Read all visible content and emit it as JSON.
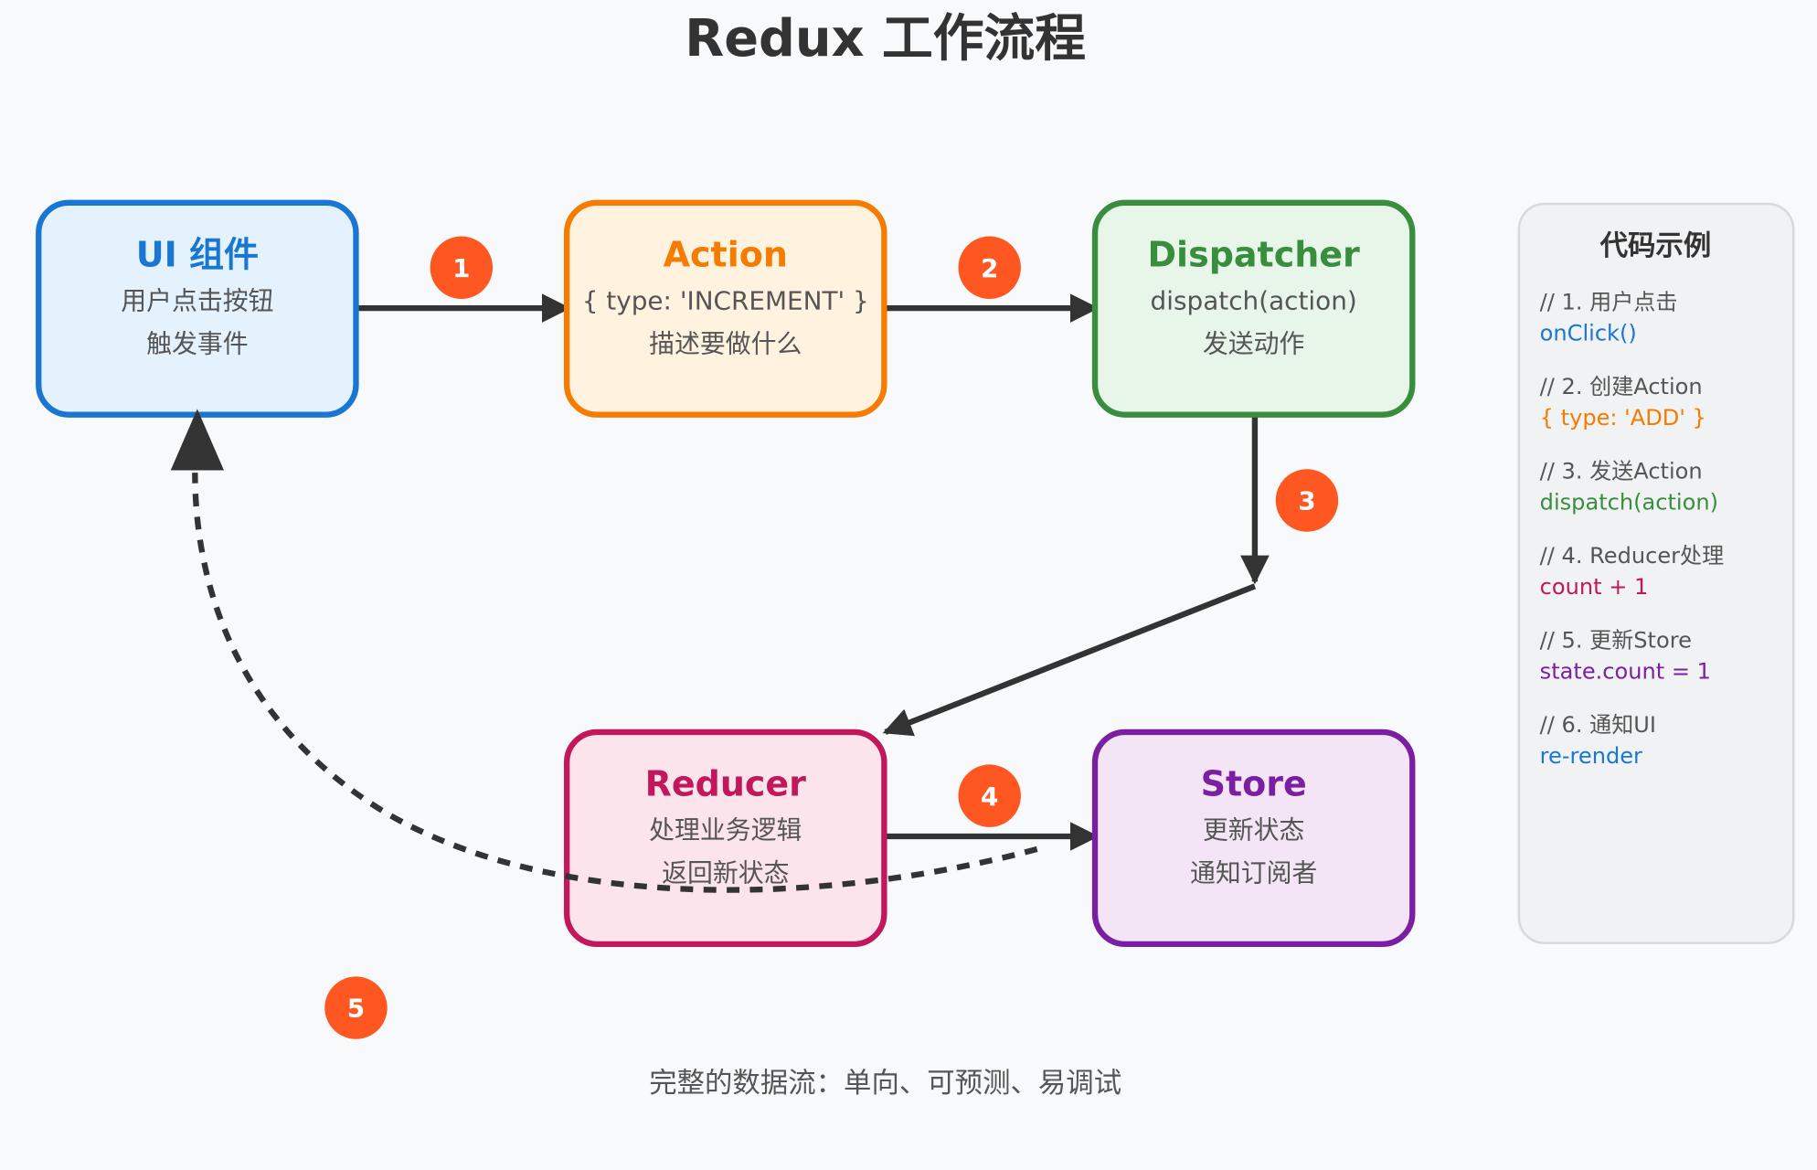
{
  "title": "Redux 工作流程",
  "boxes": {
    "ui": {
      "title": "UI 组件",
      "line1": "用户点击按钮",
      "line2": "触发事件",
      "color": "#1976d2",
      "fill": "#e3f2fd"
    },
    "action": {
      "title": "Action",
      "line1": "{ type: 'INCREMENT' }",
      "line2": "描述要做什么",
      "color": "#f57c00",
      "fill": "#fff3e0"
    },
    "dispatcher": {
      "title": "Dispatcher",
      "line1": "dispatch(action)",
      "line2": "发送动作",
      "color": "#388e3c",
      "fill": "#e8f5e9"
    },
    "reducer": {
      "title": "Reducer",
      "line1": "处理业务逻辑",
      "line2": "返回新状态",
      "color": "#c2185b",
      "fill": "#fce4ec"
    },
    "store": {
      "title": "Store",
      "line1": "更新状态",
      "line2": "通知订阅者",
      "color": "#7b1fa2",
      "fill": "#f3e5f5"
    }
  },
  "steps": [
    "1",
    "2",
    "3",
    "4",
    "5"
  ],
  "badge_color": "#ff5722",
  "code_panel": {
    "title": "代码示例",
    "items": [
      {
        "comment": "// 1. 用户点击",
        "code": "onClick()",
        "color": "#1976d2"
      },
      {
        "comment": "// 2. 创建Action",
        "code": "{ type: 'ADD' }",
        "color": "#f57c00"
      },
      {
        "comment": "// 3. 发送Action",
        "code": "dispatch(action)",
        "color": "#388e3c"
      },
      {
        "comment": "// 4. Reducer处理",
        "code": "count + 1",
        "color": "#c2185b"
      },
      {
        "comment": "// 5. 更新Store",
        "code": "state.count = 1",
        "color": "#7b1fa2"
      },
      {
        "comment": "// 6. 通知UI",
        "code": "re-render",
        "color": "#1976d2"
      }
    ]
  },
  "footer": "完整的数据流：单向、可预测、易调试"
}
